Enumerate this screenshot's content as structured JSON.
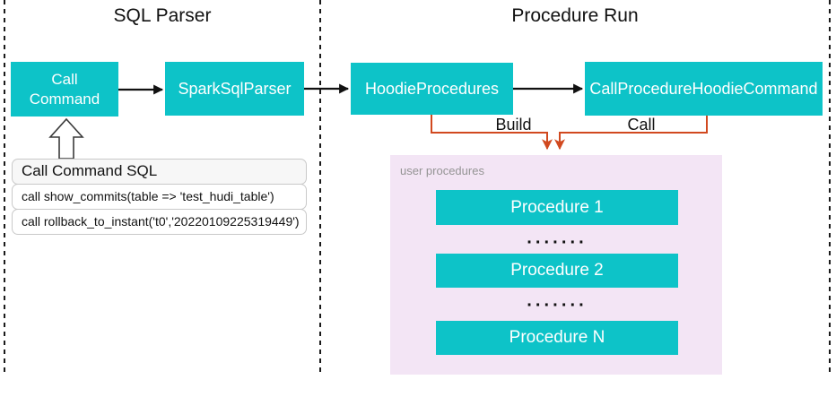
{
  "sections": {
    "sql_parser": {
      "title": "SQL Parser"
    },
    "procedure_run": {
      "title": "Procedure Run"
    }
  },
  "nodes": {
    "call_command": "Call Command",
    "spark_sql_parser": "SparkSqlParser",
    "hoodie_procedures": "HoodieProcedures",
    "call_procedure_hoodie_command": "CallProcedureHoodieCommand"
  },
  "edge_labels": {
    "build": "Build",
    "call": "Call"
  },
  "sql_panel": {
    "header": "Call Command SQL",
    "rows": [
      "call show_commits(table => 'test_hudi_table')",
      "call rollback_to_instant('t0','20220109225319449')"
    ]
  },
  "user_procedures": {
    "label": "user procedures",
    "items": [
      "Procedure 1",
      "Procedure 2",
      "Procedure N"
    ],
    "separator": "·······"
  },
  "colors": {
    "node_teal": "#0dc3c8",
    "user_procedures_bg": "#f3e5f5",
    "connector_orange": "#d1491f",
    "connector_black": "#111111"
  }
}
